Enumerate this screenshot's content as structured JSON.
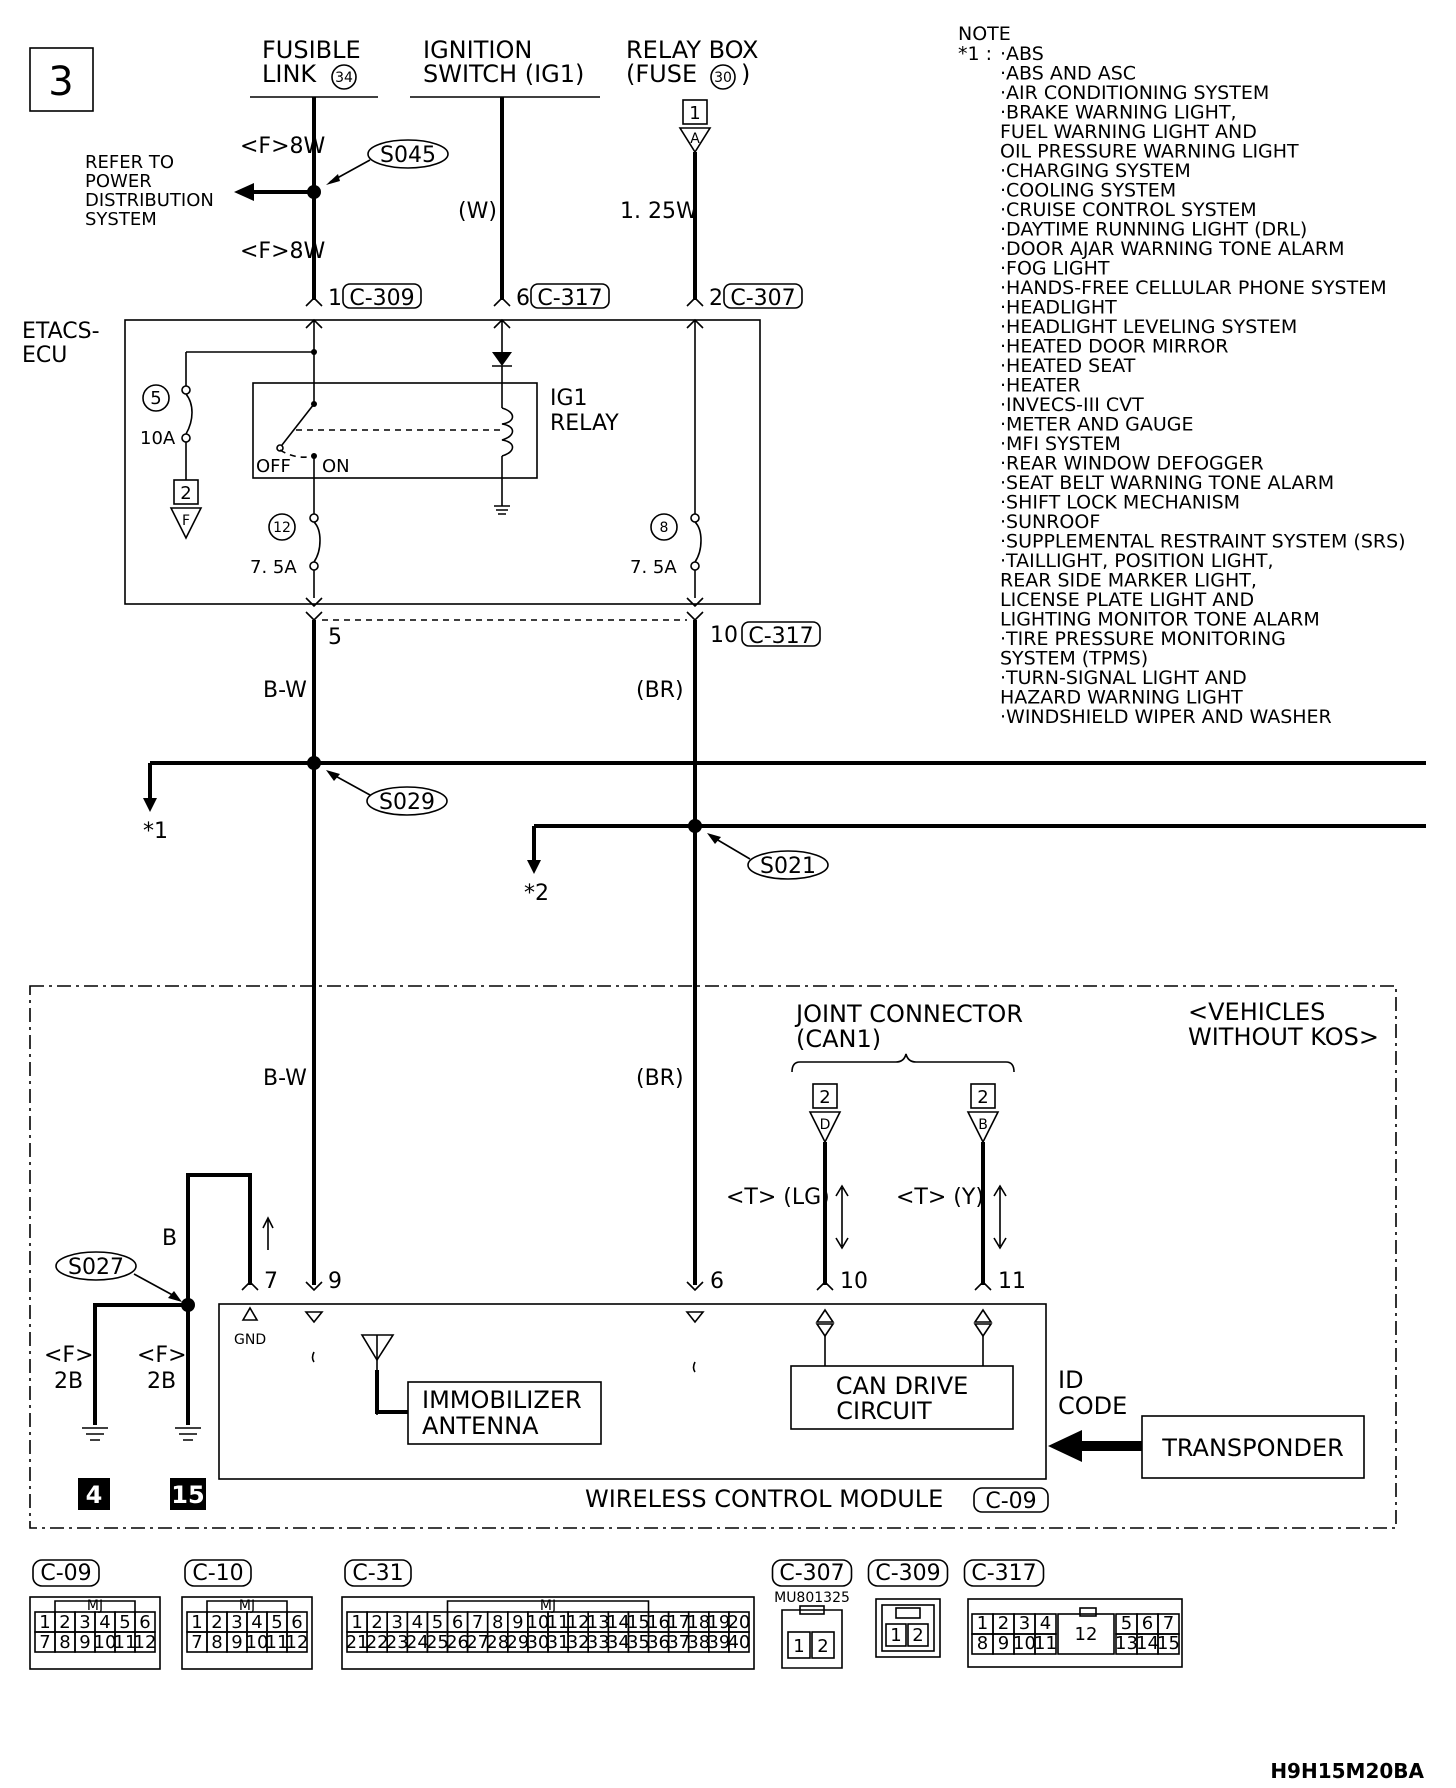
{
  "page_number": "3",
  "sources": {
    "fusible_link": [
      "FUSIBLE",
      "LINK",
      "34"
    ],
    "ignition_switch": [
      "IGNITION",
      "SWITCH (IG1)"
    ],
    "relay_box": [
      "RELAY BOX",
      "(FUSE",
      "30",
      ")"
    ]
  },
  "refer_to": [
    "REFER TO",
    "POWER",
    "DISTRIBUTION",
    "SYSTEM"
  ],
  "wire_labels": {
    "f8w_top": "<F>8W",
    "f8w_bottom": "<F>8W",
    "w": "(W)",
    "w125": "1. 25W",
    "bw_upper": "B-W",
    "br_upper": "(BR)",
    "bw_lower": "B-W",
    "br_lower": "(BR)",
    "b": "B",
    "f2b_left_1": "<F>",
    "f2b_left_2": "2B",
    "f2b_right_1": "<F>",
    "f2b_right_2": "2B",
    "t_lg": "<T> (LG)",
    "t_y": "<T> (Y)"
  },
  "splices": {
    "s045": "S045",
    "s029": "S029",
    "s021": "S021",
    "s027": "S027"
  },
  "etacs": {
    "title_1": "ETACS-",
    "title_2": "ECU",
    "pin1": "1",
    "pin1_conn": "C-309",
    "pin6": "6",
    "pin6_conn": "C-317",
    "pin2": "2",
    "pin2_conn": "C-307",
    "pin5": "5",
    "pin10": "10",
    "pin10_conn": "C-317",
    "fuse5_num": "5",
    "fuse5_rating": "10A",
    "fuse12_num": "12",
    "fuse12_rating": "7. 5A",
    "fuse8_num": "8",
    "fuse8_rating": "7. 5A",
    "relay_1": "IG1",
    "relay_2": "RELAY",
    "off": "OFF",
    "on": "ON",
    "conn_f_num": "2",
    "conn_f_letter": "F",
    "conn_a_num": "1",
    "conn_a_letter": "A"
  },
  "refs": {
    "star1": "*1",
    "star2": "*2"
  },
  "note": {
    "title": "NOTE",
    "star_label": "*1 :",
    "items": [
      "·ABS",
      "·ABS AND ASC",
      "·AIR CONDITIONING SYSTEM",
      "·BRAKE WARNING LIGHT,",
      " FUEL WARNING LIGHT AND",
      " OIL PRESSURE WARNING LIGHT",
      "·CHARGING SYSTEM",
      "·COOLING SYSTEM",
      "·CRUISE CONTROL SYSTEM",
      "·DAYTIME RUNNING LIGHT (DRL)",
      "·DOOR AJAR WARNING TONE ALARM",
      "·FOG LIGHT",
      "·HANDS-FREE CELLULAR PHONE SYSTEM",
      "·HEADLIGHT",
      "·HEADLIGHT LEVELING SYSTEM",
      "·HEATED DOOR MIRROR",
      "·HEATED SEAT",
      "·HEATER",
      "·INVECS-III CVT",
      "·METER AND GAUGE",
      "·MFI SYSTEM",
      "·REAR WINDOW DEFOGGER",
      "·SEAT BELT WARNING TONE ALARM",
      "·SHIFT LOCK MECHANISM",
      "·SUNROOF",
      "·SUPPLEMENTAL RESTRAINT SYSTEM (SRS)",
      "·TAILLIGHT, POSITION LIGHT,",
      " REAR SIDE MARKER LIGHT,",
      " LICENSE PLATE LIGHT AND",
      " LIGHTING MONITOR TONE ALARM",
      "·TIRE PRESSURE MONITORING",
      " SYSTEM (TPMS)",
      "·TURN-SIGNAL LIGHT AND",
      " HAZARD WARNING LIGHT",
      "·WINDSHIELD WIPER AND WASHER"
    ]
  },
  "module": {
    "vehicles_1": "<VEHICLES",
    "vehicles_2": "WITHOUT KOS>",
    "joint_1": "JOINT CONNECTOR",
    "joint_2": "(CAN1)",
    "conn_d_num": "2",
    "conn_d_letter": "D",
    "conn_b_num": "2",
    "conn_b_letter": "B",
    "pin7": "7",
    "pin9": "9",
    "pin6": "6",
    "pin10": "10",
    "pin11": "11",
    "gnd": "GND",
    "immobilizer_1": "IMMOBILIZER",
    "immobilizer_2": "ANTENNA",
    "can_1": "CAN DRIVE",
    "can_2": "CIRCUIT",
    "id_1": "ID",
    "id_2": "CODE",
    "transponder": "TRANSPONDER",
    "name": "WIRELESS CONTROL MODULE",
    "conn": "C-09",
    "ground_4": "4",
    "ground_15": "15"
  },
  "connectors": {
    "c09": {
      "label": "C-09",
      "tag": "MJ",
      "row1": [
        "1",
        "2",
        "3",
        "4",
        "5",
        "6"
      ],
      "row2": [
        "7",
        "8",
        "9",
        "10",
        "11",
        "12"
      ]
    },
    "c10": {
      "label": "C-10",
      "tag": "MJ",
      "row1": [
        "1",
        "2",
        "3",
        "4",
        "5",
        "6"
      ],
      "row2": [
        "7",
        "8",
        "9",
        "10",
        "11",
        "12"
      ]
    },
    "c31": {
      "label": "C-31",
      "tag": "MJ",
      "row1": [
        "1",
        "2",
        "3",
        "4",
        "5",
        "6",
        "7",
        "8",
        "9",
        "10",
        "11",
        "12",
        "13",
        "14",
        "15",
        "16",
        "17",
        "18",
        "19",
        "20"
      ],
      "row2": [
        "21",
        "22",
        "23",
        "24",
        "25",
        "26",
        "27",
        "28",
        "29",
        "30",
        "31",
        "32",
        "33",
        "34",
        "35",
        "36",
        "37",
        "38",
        "39",
        "40"
      ]
    },
    "c307": {
      "label": "C-307",
      "part": "MU801325",
      "pins": [
        "1",
        "2"
      ]
    },
    "c309": {
      "label": "C-309",
      "pins": [
        "1",
        "2"
      ]
    },
    "c317": {
      "label": "C-317",
      "left1": [
        "1",
        "2",
        "3",
        "4"
      ],
      "left2": [
        "8",
        "9",
        "10",
        "11"
      ],
      "center": "12",
      "right1": [
        "5",
        "6",
        "7"
      ],
      "right2": [
        "13",
        "14",
        "15"
      ]
    }
  },
  "doc_code": "H9H15M20BA"
}
